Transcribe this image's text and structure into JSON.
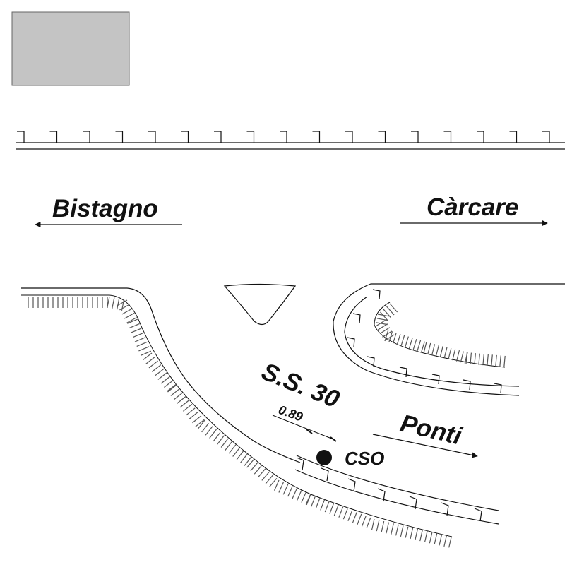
{
  "labels": {
    "west_destination": "Bistagno",
    "east_destination": "Càrcare",
    "road_name": "S.S. 30",
    "south_destination": "Ponti",
    "site_marker": "CSO",
    "distance": "0.89"
  },
  "colors": {
    "legend_box": "#c4c4c4",
    "ink": "#111111",
    "hatch": "#555555"
  }
}
